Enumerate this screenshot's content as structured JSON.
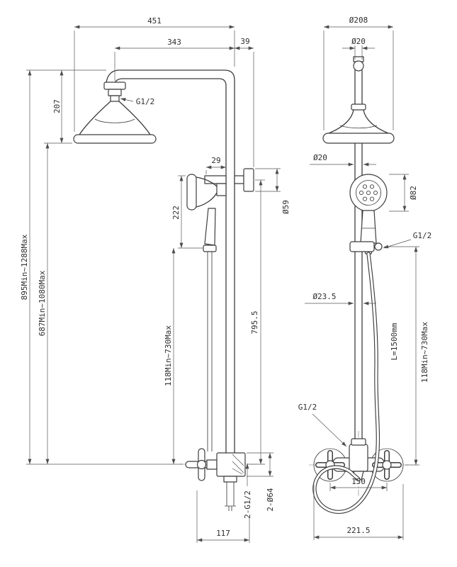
{
  "drawing": {
    "colors": {
      "line": "#3d3d3d",
      "dim": "#555555",
      "text": "#2e2e2e",
      "background": "#ffffff"
    },
    "side_view": {
      "name": "shower-column-side-view",
      "dims": {
        "overall_width": "451",
        "arm_reach": "343",
        "pipe_offset": "39",
        "head_height": "207",
        "head_thread": "G1/2",
        "holder_width": "29",
        "handshower_drop": "222",
        "flange_dia": "Ø59",
        "overall_height": "895Min~1288Max",
        "body_height": "687Min~1080Max",
        "slide_range": "118Min~730Max",
        "riser_height": "795.5",
        "inlet_thread": "2-G1/2",
        "escutcheon_dia": "2-Ø64",
        "valve_depth": "117"
      }
    },
    "front_view": {
      "name": "shower-column-front-view",
      "dims": {
        "head_dia": "Ø208",
        "top_pipe_dia": "Ø20",
        "riser_dia": "Ø20",
        "handshower_dia": "Ø82",
        "slider_thread": "G1/2",
        "lower_pipe_dia": "Ø23.5",
        "hose_length": "L=1500mm",
        "slide_range": "118Min~730Max",
        "valve_thread": "G1/2",
        "handle_spacing": "150",
        "valve_width": "221.5"
      }
    }
  }
}
